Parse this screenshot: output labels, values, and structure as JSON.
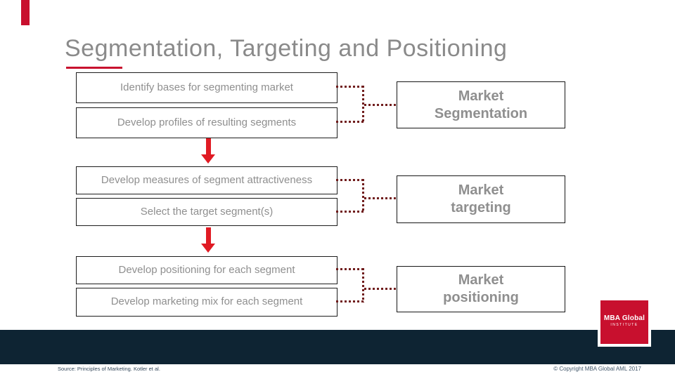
{
  "slide": {
    "title": "Segmentation, Targeting and Positioning"
  },
  "flow": {
    "groups": [
      {
        "steps": [
          "Identify bases for segmenting market",
          "Develop profiles of resulting segments"
        ],
        "result_lines": [
          "Market",
          "Segmentation"
        ]
      },
      {
        "steps": [
          "Develop measures of segment attractiveness",
          "Select the target segment(s)"
        ],
        "result_lines": [
          "Market",
          "targeting"
        ]
      },
      {
        "steps": [
          "Develop positioning for each segment",
          "Develop marketing mix for each segment"
        ],
        "result_lines": [
          "Market",
          "positioning"
        ]
      }
    ]
  },
  "footer": {
    "source": "Source: Principles of Marketing. Kotler et al.",
    "copyright": "© Copyright MBA Global AML 2017"
  },
  "logo": {
    "line1": "MBA Global",
    "line2": "INSTITUTE"
  },
  "colors": {
    "accent-red": "#e01b24",
    "brand-red": "#c8102e",
    "connector-maroon": "#701d1d",
    "footer-navy": "#0e2433",
    "text-gray": "#8f8f8f",
    "title-gray": "#8a8a8a"
  }
}
